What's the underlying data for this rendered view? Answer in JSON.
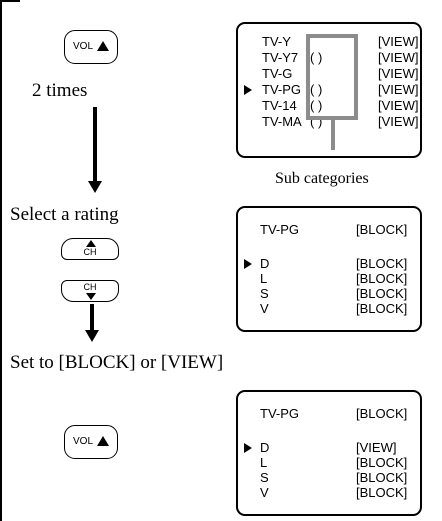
{
  "buttons": {
    "vol_label": "VOL",
    "ch_label": "CH"
  },
  "steps": {
    "times": "2 times",
    "select": "Select a rating",
    "set_to": "Set to [BLOCK] or [VIEW]"
  },
  "screen1": {
    "rows": [
      {
        "name": "TV-Y",
        "value": "[VIEW]"
      },
      {
        "name": "TV-Y7",
        "value": "[VIEW]"
      },
      {
        "name": "TV-G",
        "value": "[VIEW]"
      },
      {
        "name": "TV-PG",
        "value": "[VIEW]"
      },
      {
        "name": "TV-14",
        "value": "[VIEW]"
      },
      {
        "name": "TV-MA",
        "value": "[VIEW]"
      }
    ],
    "paren": "(        )",
    "caption": "Sub categories"
  },
  "screen2": {
    "title": "TV-PG",
    "title_value": "[BLOCK]",
    "rows": [
      {
        "name": "D",
        "value": "[BLOCK]"
      },
      {
        "name": "L",
        "value": "[BLOCK]"
      },
      {
        "name": "S",
        "value": "[BLOCK]"
      },
      {
        "name": "V",
        "value": "[BLOCK]"
      }
    ]
  },
  "screen3": {
    "title": "TV-PG",
    "title_value": "[BLOCK]",
    "rows": [
      {
        "name": "D",
        "value": "[VIEW]"
      },
      {
        "name": "L",
        "value": "[BLOCK]"
      },
      {
        "name": "S",
        "value": "[BLOCK]"
      },
      {
        "name": "V",
        "value": "[BLOCK]"
      }
    ]
  },
  "colors": {
    "highlight_gray": "#8c8c8c"
  }
}
